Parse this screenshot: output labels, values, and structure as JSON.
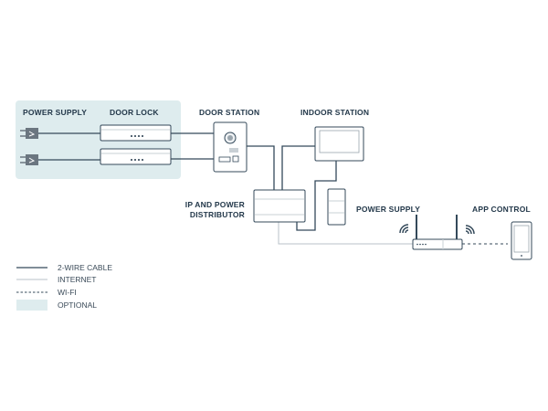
{
  "labels": {
    "power_supply_left": "POWER SUPPLY",
    "door_lock": "DOOR LOCK",
    "door_station": "DOOR STATION",
    "indoor_station": "INDOOR STATION",
    "distributor_line1": "IP AND POWER",
    "distributor_line2": "DISTRIBUTOR",
    "power_supply_right": "POWER SUPPLY",
    "app_control": "APP CONTROL"
  },
  "legend": [
    {
      "label": "2-WIRE CABLE"
    },
    {
      "label": "INTERNET"
    },
    {
      "label": "WI-FI"
    },
    {
      "label": "OPTIONAL"
    }
  ],
  "colors": {
    "line": "#34495a",
    "internet": "#b8c2c8",
    "optional": "#deecee",
    "text": "#23384a"
  }
}
